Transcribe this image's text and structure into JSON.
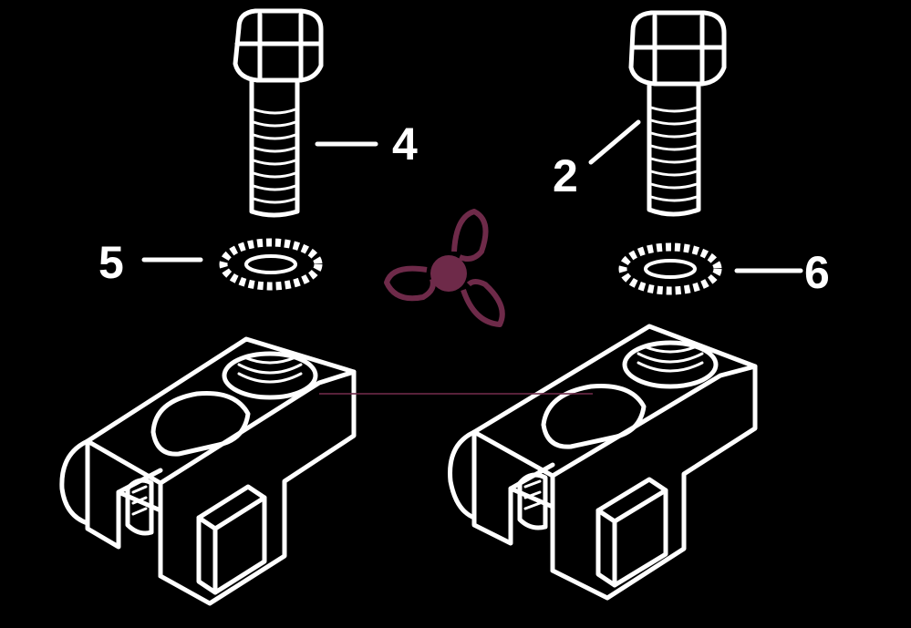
{
  "diagram": {
    "background_color": "#000000",
    "line_color": "#ffffff",
    "watermark_color": "#6e2a49",
    "callouts": [
      {
        "id": "bolt-left",
        "label": "4"
      },
      {
        "id": "bolt-right",
        "label": "2"
      },
      {
        "id": "washer-left",
        "label": "5"
      },
      {
        "id": "washer-right",
        "label": "6"
      }
    ],
    "watermark": {
      "icon": "propeller-logo-icon"
    }
  }
}
